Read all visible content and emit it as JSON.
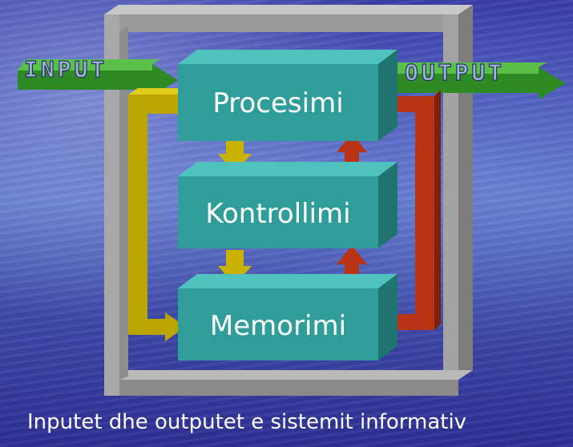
{
  "diagram": {
    "input_label": "INPUT",
    "output_label": "OUTPUT",
    "boxes": {
      "processing": "Procesimi",
      "control": "Kontrollimi",
      "memory": "Memorimi"
    },
    "caption": "Inputet dhe outputet e sistemit informativ"
  },
  "colors": {
    "box_face": "#2f9e9b",
    "box_top": "#4fc2bd",
    "box_side": "#1f7471",
    "frame": "#a9a9a9",
    "input_arrow": "#3a9d2f",
    "yellow_arrow": "#c9b200",
    "red_arrow": "#b53212"
  }
}
